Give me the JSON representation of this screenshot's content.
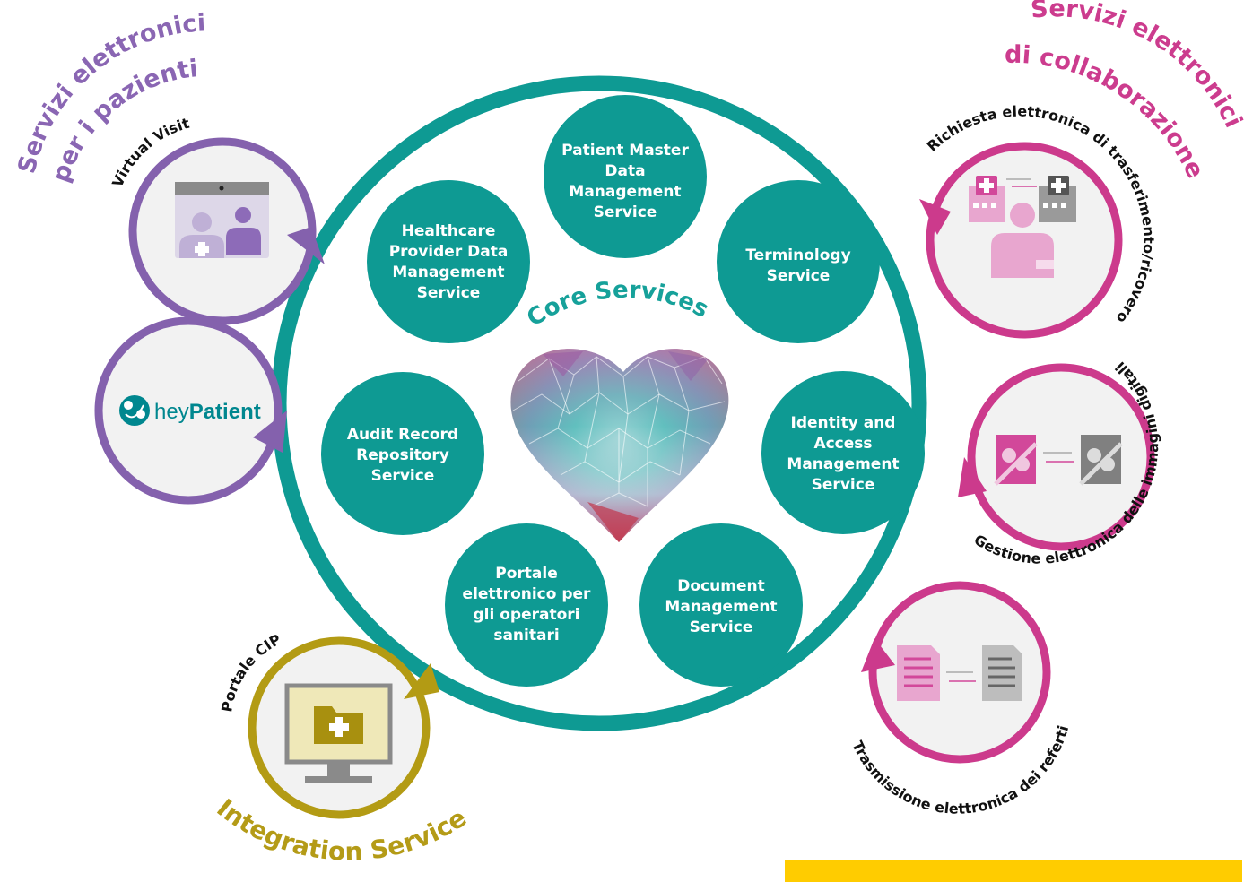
{
  "colors": {
    "teal": "#0e9a93",
    "purple": "#8461ad",
    "pink": "#cc3a8c",
    "olive": "#b39b14",
    "yellow": "#ffcc00"
  },
  "headings": {
    "patients_line1": "Servizi elettronici",
    "patients_line2": "per i pazienti",
    "collab_line1": "Servizi elettronici",
    "collab_line2": "di collaborazione",
    "core": "Core Services",
    "integration": "Integration Services"
  },
  "core_services": [
    {
      "lines": [
        "Patient Master",
        "Data",
        "Management",
        "Service"
      ]
    },
    {
      "lines": [
        "Terminology",
        "Service"
      ]
    },
    {
      "lines": [
        "Identity and",
        "Access",
        "Management",
        "Service"
      ]
    },
    {
      "lines": [
        "Document",
        "Management",
        "Service"
      ]
    },
    {
      "lines": [
        "Portale",
        "elettronico per",
        "gli operatori",
        "sanitari"
      ]
    },
    {
      "lines": [
        "Audit Record",
        "Repository",
        "Service"
      ]
    },
    {
      "lines": [
        "Healthcare",
        "Provider Data",
        "Management",
        "Service"
      ]
    }
  ],
  "satellites": {
    "virtual_visit": "Virtual Visit",
    "hey_prefix": "hey",
    "hey_suffix": "Patient",
    "portale_cip": "Portale CIP",
    "richiesta": "Richiesta elettronica di trasferimento/ricovero",
    "gestione": "Gestione elettronica delle immagini digitali",
    "trasmissione": "Trasmissione elettronica dei referti"
  }
}
